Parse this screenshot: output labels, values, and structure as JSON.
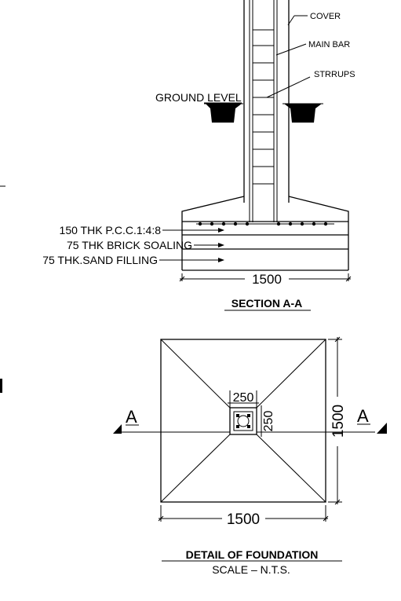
{
  "section": {
    "labels": {
      "cover": "COVER",
      "main_bar": "MAIN BAR",
      "stirrups": "STRRUPS",
      "ground_level": "GROUND LEVEL",
      "pcc": "150 THK P.C.C.1:4:8",
      "brick": "75 THK BRICK SOALING",
      "sand": "75 THK.SAND FILLING"
    },
    "dim_width": "1500",
    "title": "SECTION A-A"
  },
  "plan": {
    "dim_bottom": "1500",
    "dim_right": "1500",
    "col_width": "250",
    "col_depth": "250",
    "section_mark_left": "A",
    "section_mark_right": "A",
    "title": "DETAIL OF FOUNDATION",
    "scale": "SCALE  –  N.T.S."
  },
  "colors": {
    "line": "#000000",
    "background": "#ffffff"
  }
}
